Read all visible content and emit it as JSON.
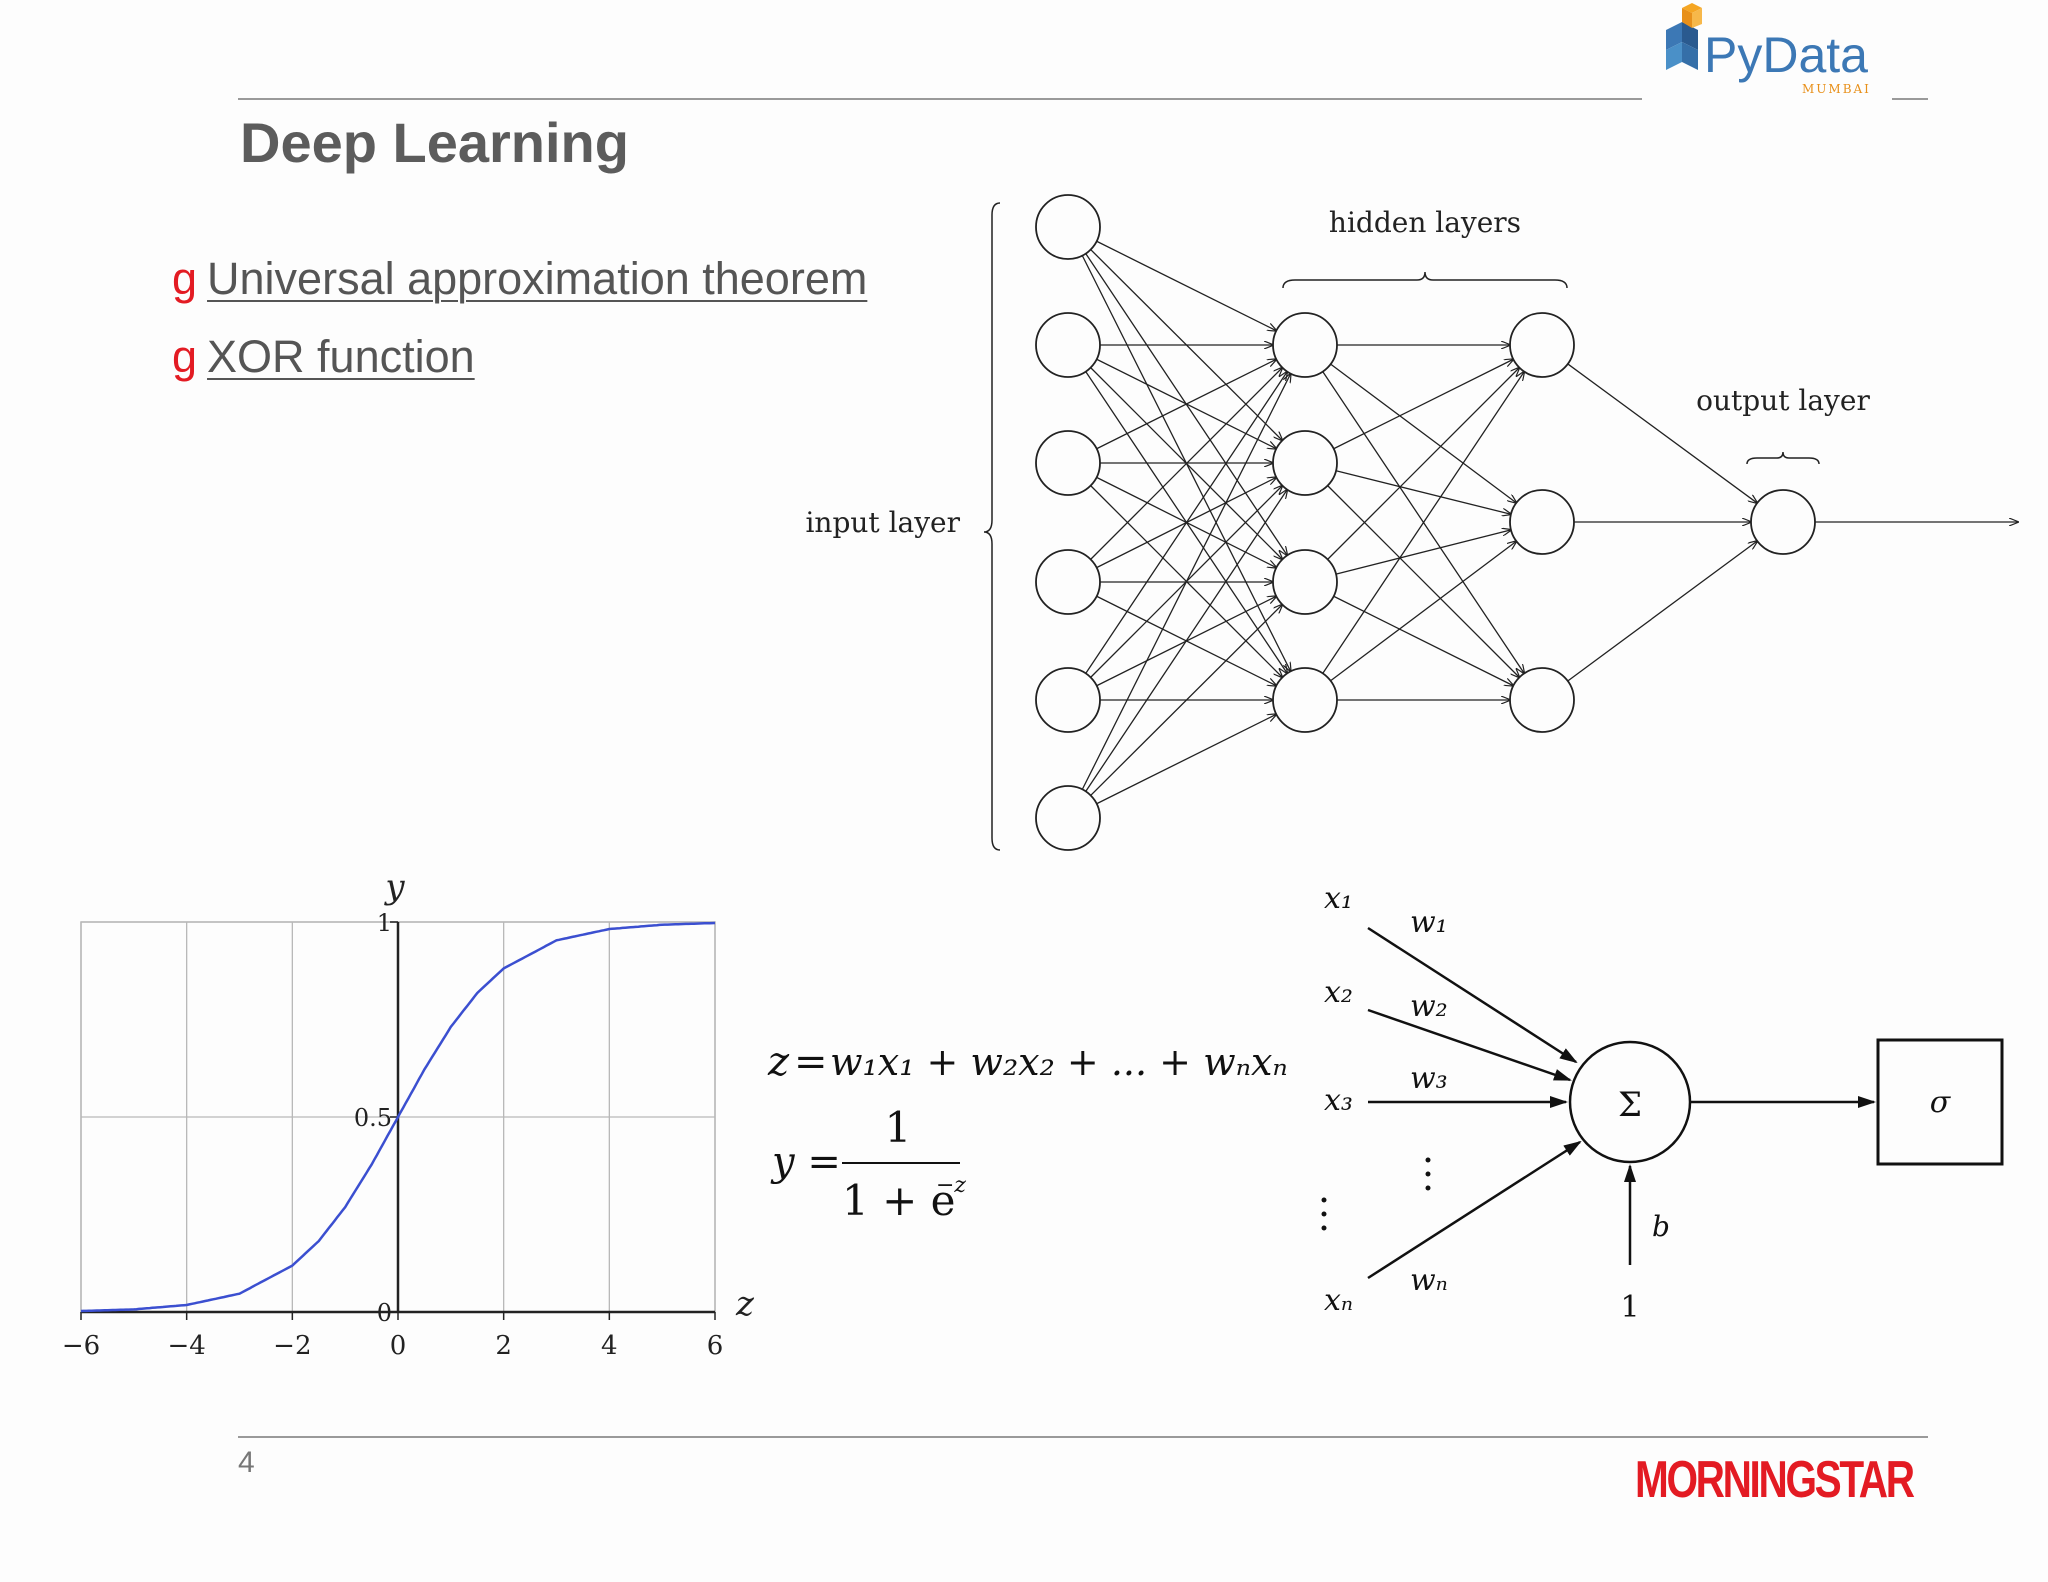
{
  "slide": {
    "title": "Deep Learning",
    "page_number": "4"
  },
  "bullets": [
    {
      "marker": "g",
      "text": "Universal approximation theorem"
    },
    {
      "marker": "g",
      "text": "XOR function"
    }
  ],
  "logos": {
    "pydata": {
      "text": "PyData",
      "subtitle": "MUMBAI"
    },
    "morningstar": {
      "text": "MORNINGSTAR"
    }
  },
  "network_diagram": {
    "input_label": "input layer",
    "hidden_label": "hidden layers",
    "output_label": "output layer",
    "layer_sizes": [
      6,
      4,
      3,
      1
    ]
  },
  "equations": {
    "z_eq": {
      "lhs": "z",
      "terms": "w₁x₁ + w₂x₂ + ... + wₙxₙ"
    },
    "y_eq": {
      "lhs": "y =",
      "numerator": "1",
      "denominator": "1 + e",
      "exponent": "−z"
    }
  },
  "perceptron": {
    "inputs": [
      "x₁",
      "x₂",
      "x₃",
      "xₙ"
    ],
    "weights": [
      "w₁",
      "w₂",
      "w₃",
      "wₙ"
    ],
    "sum_symbol": "Σ",
    "activation": "σ",
    "bias_label": "b",
    "bias_value": "1"
  },
  "chart_data": {
    "type": "line",
    "function": "sigmoid",
    "xlabel": "z",
    "ylabel": "y",
    "xlim": [
      -6,
      6
    ],
    "ylim": [
      0,
      1
    ],
    "x_ticks": [
      "−6",
      "−4",
      "−2",
      "0",
      "2",
      "4",
      "6"
    ],
    "y_ticks": [
      "0",
      "0.5",
      "1"
    ],
    "grid": true,
    "series": [
      {
        "color": "#3b4fd0",
        "x": [
          -6,
          -5,
          -4,
          -3,
          -2,
          -1.5,
          -1,
          -0.5,
          0,
          0.5,
          1,
          1.5,
          2,
          3,
          4,
          5,
          6
        ],
        "y": [
          0.0025,
          0.0067,
          0.018,
          0.047,
          0.119,
          0.182,
          0.269,
          0.378,
          0.5,
          0.622,
          0.731,
          0.818,
          0.881,
          0.953,
          0.982,
          0.993,
          0.9975
        ]
      }
    ]
  }
}
